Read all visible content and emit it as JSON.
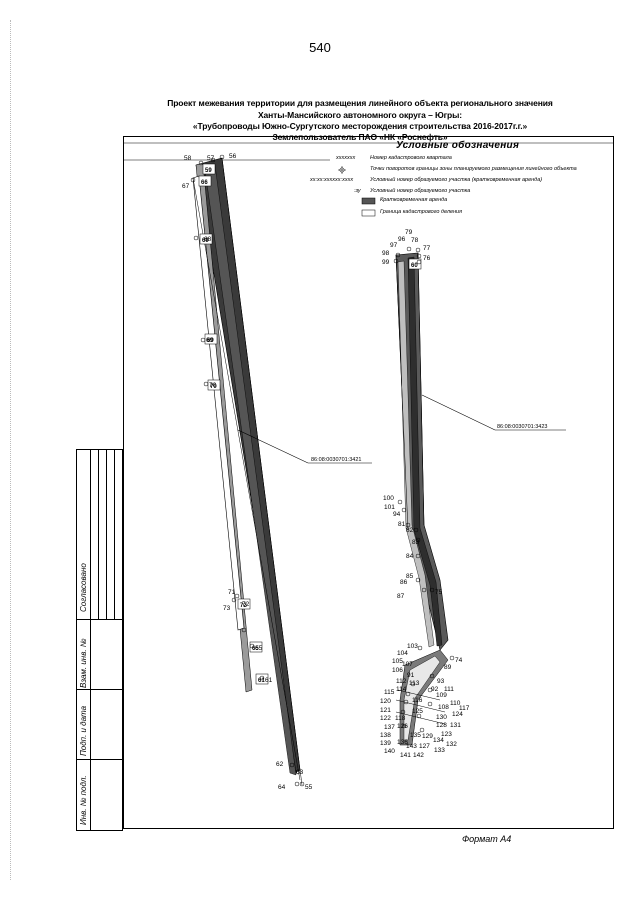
{
  "page": {
    "number": "540",
    "header_lines": [
      "Проект межевания территории для размещения линейного объекта регионального значения",
      "Ханты-Мансийского автономного округа – Югры:",
      "«Трубопроводы Южно-Сургутского месторождения строительства 2016-2017г.г.»",
      "Землепользователь ПАО «НК «Роснефть»"
    ],
    "format": "Формат А4"
  },
  "legend": {
    "title": "Условные обозначения",
    "items": [
      {
        "key": "ххххххх",
        "text": "Номер кадастрового квартала"
      },
      {
        "key": "",
        "text": "Точки поворотов границы зоны планируемого размещения линейного объекта"
      },
      {
        "key": "хх:хх:хххххх:хххх",
        "text": "Условный номер образуемого участка (кратковременная аренда)"
      },
      {
        "key": ":зу",
        "text": "Условный номер образуемого участка"
      },
      {
        "key": "",
        "text": "Кратковременная аренда"
      },
      {
        "key": "",
        "text": "Граница кадастрового деления"
      }
    ]
  },
  "stamp": {
    "agreed": "Согласовано",
    "cols": [
      "Взам. инв. №",
      "Подп. и дата",
      "Инв. № подл."
    ]
  },
  "map": {
    "cadastral_left": "86:08:0030701:3421",
    "cadastral_right": "86:08:0030701:3423",
    "parcels_left": [
      "59",
      "66",
      "69",
      "70",
      "72",
      "65",
      "61"
    ],
    "parcels_right": [
      "60"
    ],
    "points_left": [
      "58",
      "57",
      "56",
      "67",
      "68",
      "69",
      "70",
      "71",
      "72",
      "73",
      "65",
      "61",
      "62",
      "63",
      "64",
      "55"
    ],
    "points_right": [
      "79",
      "96",
      "78",
      "97",
      "98",
      "77",
      "99",
      "76",
      "100",
      "101",
      "94",
      "81",
      "82",
      "83",
      "84",
      "85",
      "86",
      "87",
      "75",
      "103",
      "104",
      "105",
      "107",
      "106",
      "74",
      "91",
      "89",
      "112",
      "113",
      "93",
      "115",
      "114",
      "92",
      "111",
      "120",
      "116",
      "109",
      "121",
      "108",
      "110",
      "117",
      "122",
      "118",
      "125",
      "130",
      "124",
      "137",
      "126",
      "128",
      "131",
      "138",
      "135",
      "129",
      "123",
      "139",
      "136",
      "134",
      "132",
      "140",
      "143",
      "127",
      "133",
      "141",
      "142"
    ]
  }
}
